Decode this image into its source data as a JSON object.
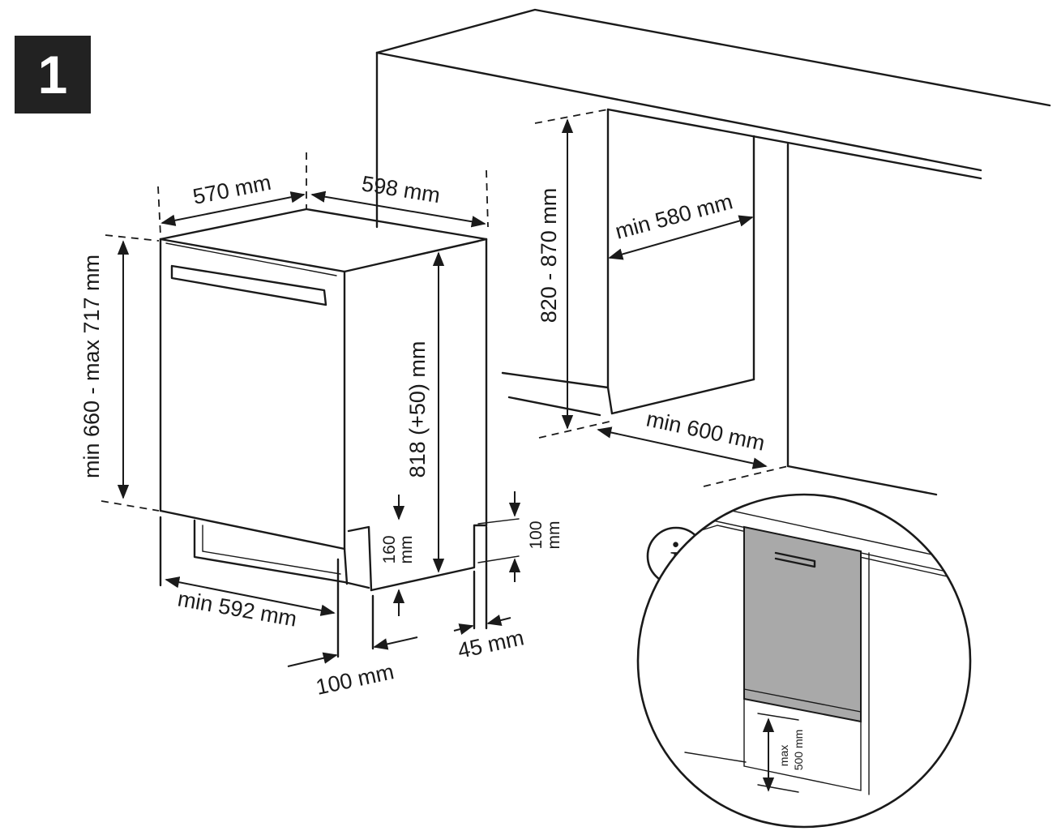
{
  "step_number": "1",
  "colors": {
    "line": "#1a1a1a",
    "badge": "#222222",
    "panel_fill": "#a9a9a9"
  },
  "icons": {
    "info": "info-icon"
  },
  "dimensions": {
    "depth_appliance": "570 mm",
    "width_appliance": "598 mm",
    "niche_height": "820 - 870 mm",
    "niche_width": "min 580 mm",
    "niche_depth": "min 600 mm",
    "door_height": "min 660 - max 717 mm",
    "appliance_height": "818 (+50) mm",
    "plinth_front_value": "160",
    "plinth_front_unit": "mm",
    "plinth_back_value": "100",
    "plinth_back_unit": "mm",
    "min_depth": "min 592 mm",
    "plinth_setback": "100 mm",
    "rear_gap": "45 mm",
    "max_plinth_label": "max",
    "max_plinth_value": "500 mm"
  },
  "info_symbol": "i"
}
